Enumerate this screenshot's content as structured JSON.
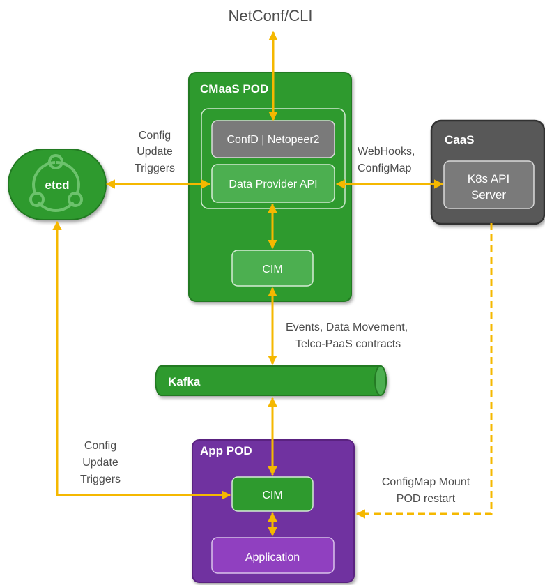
{
  "title": "NetConf/CLI",
  "cmaas_pod": {
    "title": "CMaaS POD",
    "confd": "ConfD | Netopeer2",
    "data_provider": "Data Provider API",
    "cim": "CIM"
  },
  "etcd": {
    "label": "etcd"
  },
  "caas": {
    "title": "CaaS",
    "k8s_line1": "K8s API",
    "k8s_line2": "Server"
  },
  "kafka": {
    "label": "Kafka"
  },
  "app_pod": {
    "title": "App POD",
    "cim": "CIM",
    "application": "Application"
  },
  "edge_labels": {
    "config_update_top": [
      "Config",
      "Update",
      "Triggers"
    ],
    "webhooks": [
      "WebHooks,",
      "ConfigMap"
    ],
    "events": [
      "Events, Data Movement,",
      "Telco-PaaS contracts"
    ],
    "config_update_bottom": [
      "Config",
      "Update",
      "Triggers"
    ],
    "configmap_mount": [
      "ConfigMap Mount",
      "POD restart"
    ]
  },
  "colors": {
    "green": "#2e9a2e",
    "green_light": "#4caf50",
    "gray_dark": "#595959",
    "gray_box": "#7a7a7a",
    "purple": "#7030a0",
    "purple_light": "#9040c0",
    "arrow": "#f5b800"
  }
}
